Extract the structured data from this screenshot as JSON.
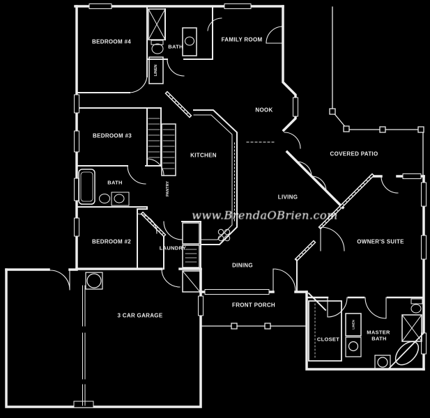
{
  "watermark": "www.BrendaOBrien.com",
  "colors": {
    "background": "#000000",
    "line": "#ededed"
  },
  "rooms": {
    "bedroom4": "BEDROOM #4",
    "bath_top": "BATH",
    "family_room": "FAMILY ROOM",
    "nook": "NOOK",
    "kitchen": "KITCHEN",
    "covered_patio": "COVERED PATIO",
    "bedroom3": "BEDROOM #3",
    "bath_hall": "BATH",
    "bedroom2": "BEDROOM #2",
    "laundry": "LAUNDRY",
    "pantry": "PANTRY",
    "living": "LIVING",
    "dining": "DINING",
    "owners_suite": "OWNER'S SUITE",
    "front_porch": "FRONT PORCH",
    "garage": "3 CAR GARAGE",
    "closet": "CLOSET",
    "master_bath_1": "MASTER",
    "master_bath_2": "BATH",
    "linen_hall": "LINEN",
    "linen_master": "LINEN"
  }
}
